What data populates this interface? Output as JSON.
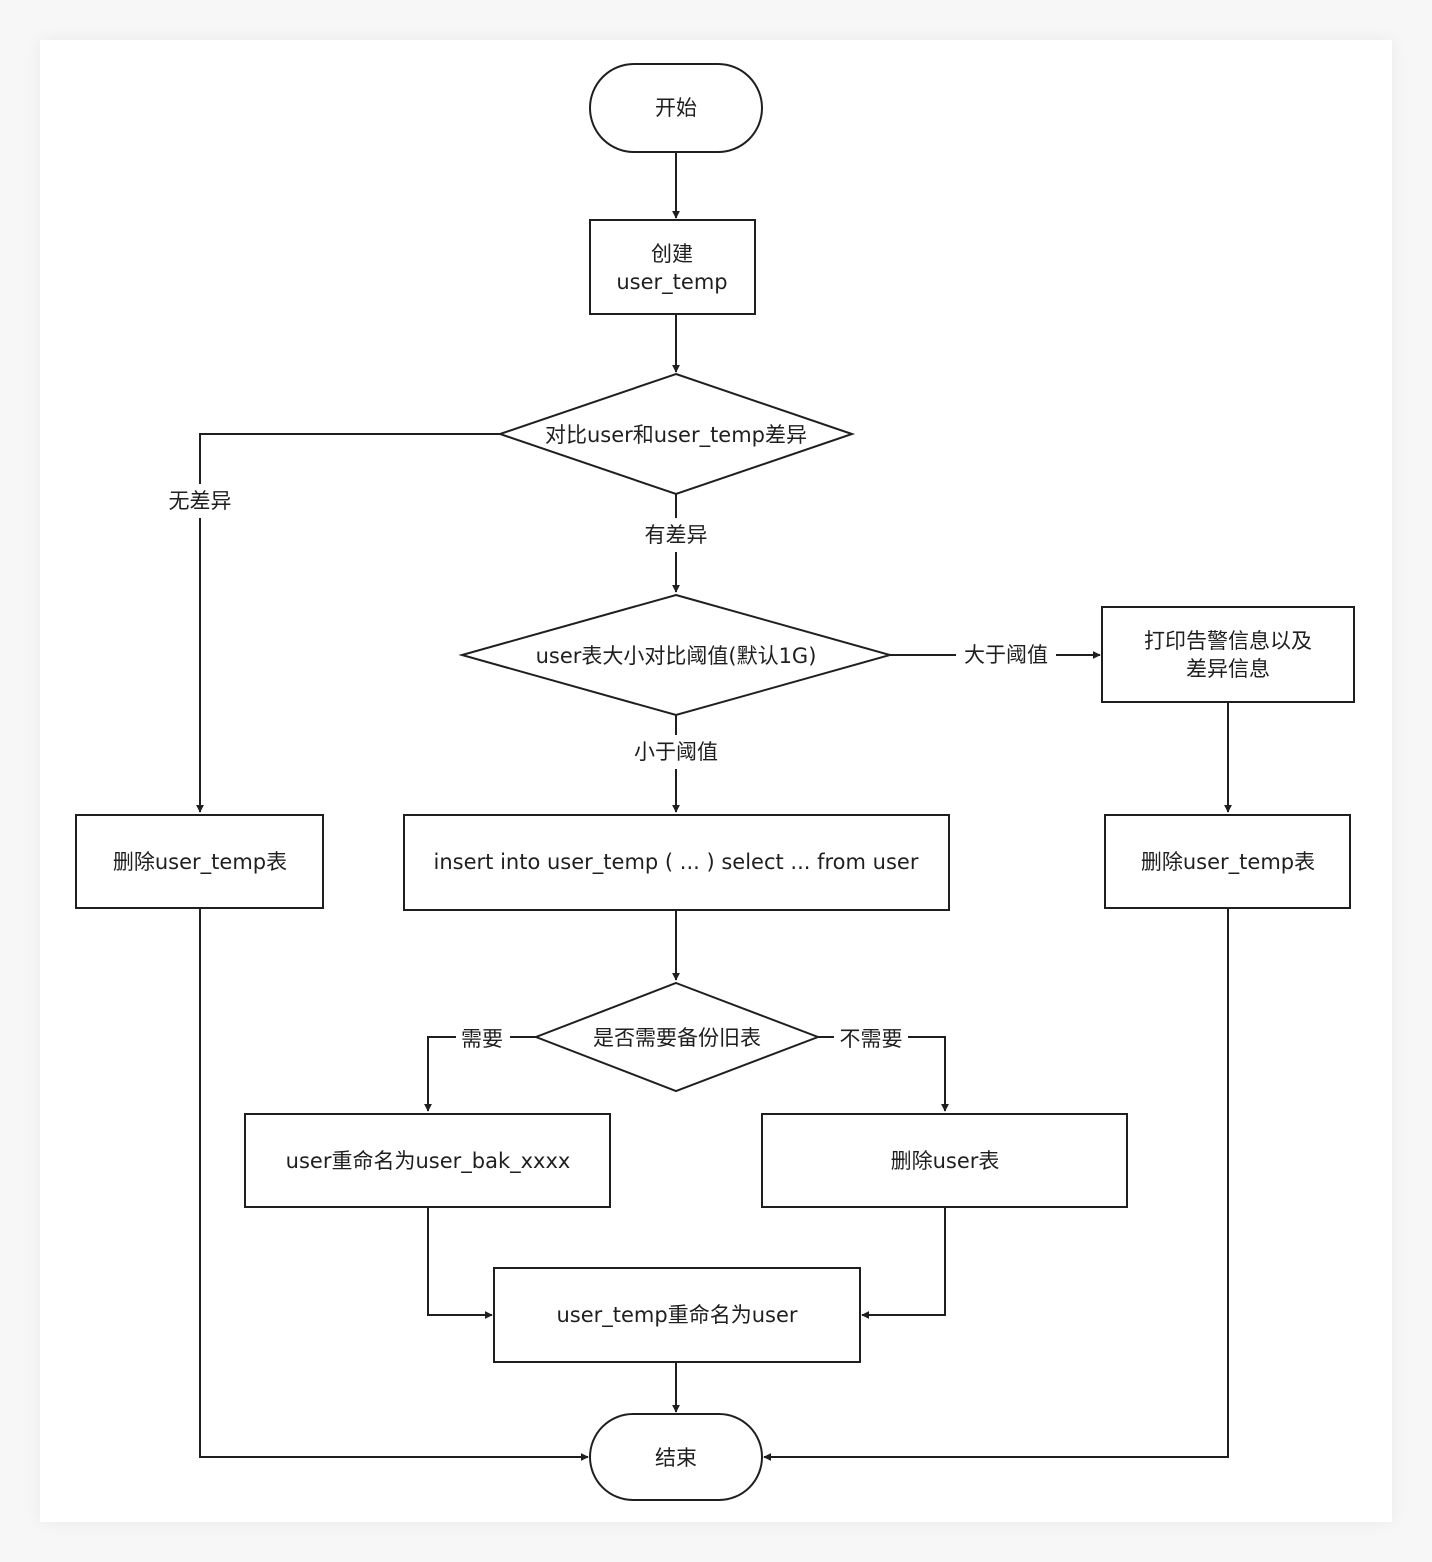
{
  "diagram": {
    "nodes": {
      "start": "开始",
      "create": [
        "创建",
        "user_temp"
      ],
      "compare_diff": "对比user和user_temp差异",
      "size_check": "user表大小对比阈值(默认1G)",
      "alert": [
        "打印告警信息以及",
        "差异信息"
      ],
      "delete_temp_left": "删除user_temp表",
      "insert": "insert into user_temp ( ... ) select ... from user",
      "delete_temp_right": "删除user_temp表",
      "backup_check": "是否需要备份旧表",
      "rename_bak": "user重命名为user_bak_xxxx",
      "delete_user": "删除user表",
      "rename_temp": "user_temp重命名为user",
      "end": "结束"
    },
    "edge_labels": {
      "no_diff": "无差异",
      "has_diff": "有差异",
      "greater": "大于阈值",
      "less": "小于阈值",
      "need": "需要",
      "no_need": "不需要"
    },
    "colors": {
      "stroke": "#1f1f1f",
      "background": "#ffffff",
      "outer": "#f7f7f7"
    }
  }
}
